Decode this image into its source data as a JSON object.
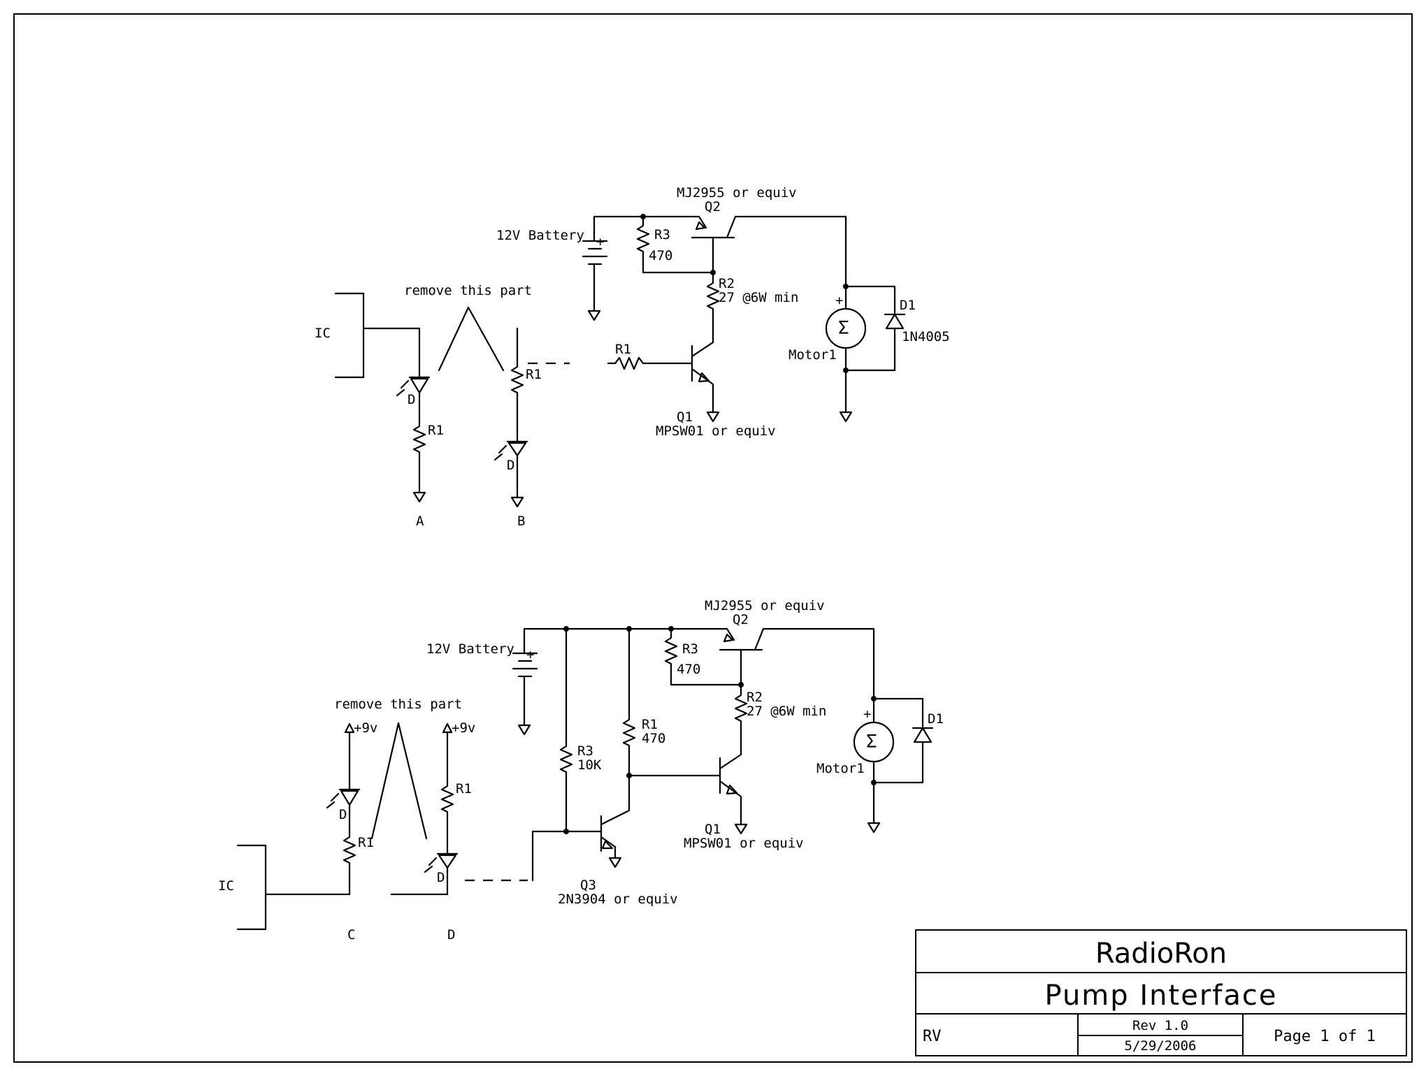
{
  "colors": {
    "ink": "#000000",
    "paper": "#ffffff"
  },
  "circuit_a": {
    "q2_part": "MJ2955 or equiv",
    "q2_ref": "Q2",
    "battery": "12V Battery",
    "battery_plus": "+",
    "r3_ref": "R3",
    "r3_val": "470",
    "r2_ref": "R2",
    "r2_val": "27 @6W min",
    "d1_ref": "D1",
    "d1_part": "1N4005",
    "motor": "Motor1",
    "motor_plus": "+",
    "motor_symbol": "Σ",
    "remove_note": "remove this part",
    "ic": "IC",
    "r1_base": "R1",
    "r1_a": "R1",
    "r1_b": "R1",
    "led_a": "D",
    "led_b": "D",
    "q1_ref": "Q1",
    "q1_part": "MPSW01 or equiv",
    "label_a": "A",
    "label_b": "B"
  },
  "circuit_b": {
    "q2_part": "MJ2955 or equiv",
    "q2_ref": "Q2",
    "battery": "12V Battery",
    "battery_plus": "+",
    "r3_ref": "R3",
    "r3_val": "470",
    "r2_ref": "R2",
    "r2_val": "27 @6W min",
    "d1_ref": "D1",
    "motor": "Motor1",
    "motor_plus": "+",
    "motor_symbol": "Σ",
    "remove_note": "remove this part",
    "vcc_c": "+9v",
    "vcc_d": "+9v",
    "r1_c": "R1",
    "r1_d": "R1",
    "led_c": "D",
    "led_d": "D",
    "ic": "IC",
    "r3b_ref": "R3",
    "r3b_val": "10K",
    "r1b_ref": "R1",
    "r1b_val": "470",
    "q1_ref": "Q1",
    "q1_part": "MPSW01 or equiv",
    "q3_ref": "Q3",
    "q3_part": "2N3904 or equiv",
    "label_c": "C",
    "label_d": "D"
  },
  "title_block": {
    "company": "RadioRon",
    "title": "Pump Interface",
    "author": "RV",
    "rev": "Rev 1.0",
    "date": "5/29/2006",
    "page": "Page 1 of 1"
  }
}
